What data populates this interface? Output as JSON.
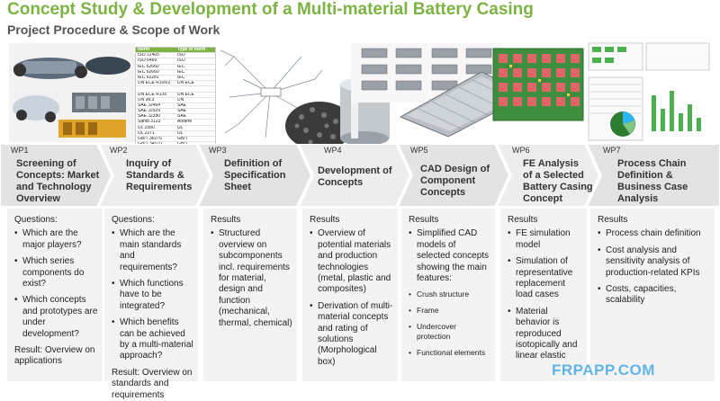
{
  "title": "Concept Study & Development of a Multi-material Battery Casing",
  "subtitle": "Project Procedure & Scope of Work",
  "standards_table": {
    "header": [
      "Norm",
      "Type of norm"
    ],
    "rows": [
      [
        "ISO 12405",
        "ISO"
      ],
      [
        "ISO 6469",
        "ISO"
      ],
      [
        "IEC 62660",
        "IEC"
      ],
      [
        "IEC 62660",
        "IEC"
      ],
      [
        "IEC 62281",
        "IEC"
      ],
      [
        "UN ECE R100/2",
        "UN ECE"
      ],
      [
        "",
        ""
      ],
      [
        "UN ECE R136",
        "UN ECE"
      ],
      [
        "UN 38.3",
        "UN"
      ],
      [
        "SAE J2464",
        "SAE"
      ],
      [
        "SAE J2929",
        "SAE"
      ],
      [
        "SAE J2380",
        "SAE"
      ],
      [
        "Sandi 3123",
        "Andere"
      ],
      [
        "UL 2580",
        "UL"
      ],
      [
        "UL 2271",
        "UL"
      ],
      [
        "GB/T 36276",
        "GB/T"
      ],
      [
        "GB/T 34570",
        "GB/T"
      ]
    ]
  },
  "steps": [
    {
      "wp": "WP1",
      "heading": [
        "Screening of",
        "Concepts: Market",
        "and Technology",
        "Overview"
      ],
      "intro": "Questions:",
      "bullets": [
        "Which are the major players?",
        "Which series components do exist?",
        "Which concepts and prototypes are under development?"
      ],
      "after": "Result: Overview on applications"
    },
    {
      "wp": "WP2",
      "heading": [
        "Inquiry of",
        "Standards &",
        "Requirements"
      ],
      "intro": "Questions:",
      "bullets": [
        "Which are the main standards and requirements?",
        "Which functions have to be integrated?",
        "Which benefits can be achieved by a multi-material approach?"
      ],
      "after": "Result: Overview on standards and requirements"
    },
    {
      "wp": "WP3",
      "heading": [
        "Definition of",
        "Specification",
        "Sheet"
      ],
      "intro": "Results",
      "bullets": [
        "Structured overview on subcomponents incl. requirements for material, design and function (mechanical, thermal, chemical)"
      ],
      "after": ""
    },
    {
      "wp": "WP4",
      "heading": [
        "Development of",
        "Concepts"
      ],
      "intro": "Results",
      "bullets": [
        "Overview of potential materials and production technologies (metal, plastic and composites)",
        "Derivation of multi-material concepts and rating of solutions (Morphological box)"
      ],
      "after": ""
    },
    {
      "wp": "WP5",
      "heading": [
        "CAD Design of",
        "Component",
        "Concepts"
      ],
      "intro": "Results",
      "bullets": [
        "Simplified CAD models of selected concepts showing the main features:"
      ],
      "sub_bullets": [
        "Crush structure",
        "Frame",
        "Undercover protection",
        "Functional elements"
      ],
      "after": ""
    },
    {
      "wp": "WP6",
      "heading": [
        "FE Analysis",
        "of a Selected",
        "Battery Casing",
        "Concept"
      ],
      "intro": "Results",
      "bullets": [
        "FE simulation model",
        "Simulation of representative replacement load cases",
        "Material behavior is reproduced isotopically and linear elastic"
      ],
      "after": ""
    },
    {
      "wp": "WP7",
      "heading": [
        "Process Chain",
        "Definition &",
        "Business Case",
        "Analysis"
      ],
      "intro": "Results",
      "bullets": [
        "Process chain definition",
        "Cost analysis and sensitivity analysis of production-related KPIs",
        "Costs, capacities, scalability"
      ],
      "after": ""
    }
  ],
  "watermark": "FRPAPP.COM"
}
